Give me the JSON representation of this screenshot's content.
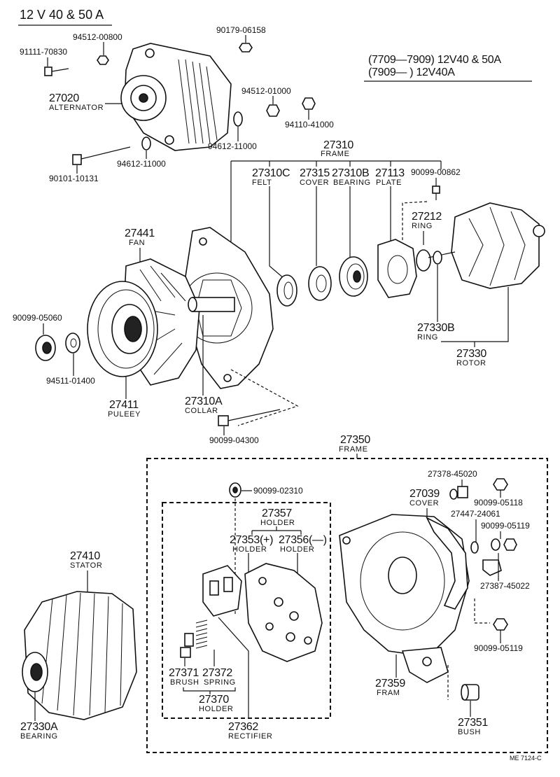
{
  "header": {
    "title": "12 V 40 & 50 A",
    "note_line1": "(7709—7909)  12V40 & 50A",
    "note_line2": "(7909—       )  12V40A",
    "ref": "ME  7124-C"
  },
  "parts": {
    "p94512_00800": "94512-00800",
    "p90179_06158": "90179-06158",
    "p91111_70830": "91111-70830",
    "p27020": "27020",
    "l_alternator": "ALTERNATOR",
    "p94512_01000": "94512-01000",
    "p94110_41000": "94110-41000",
    "p94612_11000a": "94612-11000",
    "p94612_11000b": "94612-11000",
    "p90101_10131": "90101-10131",
    "p27310": "27310",
    "l_frame1": "FRAME",
    "p27310c": "27310C",
    "l_felt": "FELT",
    "p27315": "27315",
    "l_cover1": "COVER",
    "p27310b": "27310B",
    "l_bearing1": "BEARING",
    "p27113": "27113",
    "l_plate": "PLATE",
    "p90099_00862": "90099-00862",
    "p27212": "27212",
    "l_ring1": "RING",
    "p27441": "27441",
    "l_fan": "FAN",
    "p90099_05060": "90099-05060",
    "p94511_01400": "94511-01400",
    "p27411": "27411",
    "l_puleey": "PULEEY",
    "p27310a": "27310A",
    "l_collar": "COLLAR",
    "p90099_04300": "90099-04300",
    "p27330b": "27330B",
    "l_ring2": "RING",
    "p27330": "27330",
    "l_rotor": "ROTOR",
    "p27350": "27350",
    "l_frame2": "FRAME",
    "p27378_45020": "27378-45020",
    "p90099_05118": "90099-05118",
    "p27039": "27039",
    "l_cover2": "COVER",
    "p27447_24061": "27447-24061",
    "p90099_05119a": "90099-05119",
    "p27387_45022": "27387-45022",
    "p90099_05119b": "90099-05119",
    "p90099_02310": "90099-02310",
    "p27357": "27357",
    "l_holder1": "HOLDER",
    "p27353": "27353(+)",
    "l_holder2": "HOLDER",
    "p27356": "27356(—)",
    "l_holder3": "HOLDER",
    "p27410": "27410",
    "l_stator": "STATOR",
    "p27371": "27371",
    "l_brush": "BRUSH",
    "p27372": "27372",
    "l_spring": "SPRING",
    "p27370": "27370",
    "l_holder4": "HOLDER",
    "p27362": "27362",
    "l_rectifier": "RECTIFIER",
    "p27330a": "27330A",
    "l_bearing2": "BEARING",
    "p27359": "27359",
    "l_fram": "FRAM",
    "p27351": "27351",
    "l_bush": "BUSH"
  }
}
